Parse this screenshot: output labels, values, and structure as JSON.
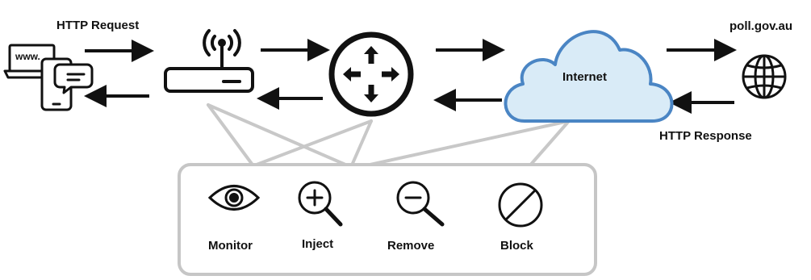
{
  "labels": {
    "http_request": "HTTP Request",
    "http_response": "HTTP Response",
    "internet": "Internet",
    "destination": "poll.gov.au",
    "www": "www."
  },
  "actions": [
    {
      "icon": "eye-icon",
      "label": "Monitor"
    },
    {
      "icon": "plus-magnifier-icon",
      "label": "Inject"
    },
    {
      "icon": "minus-magnifier-icon",
      "label": "Remove"
    },
    {
      "icon": "block-icon",
      "label": "Block"
    }
  ],
  "colors": {
    "arrow": "#111111",
    "connector": "#c8c8c8",
    "panel_border": "#c6c6c6",
    "cloud_fill": "#d9ebf7",
    "cloud_stroke": "#4a85c4"
  }
}
